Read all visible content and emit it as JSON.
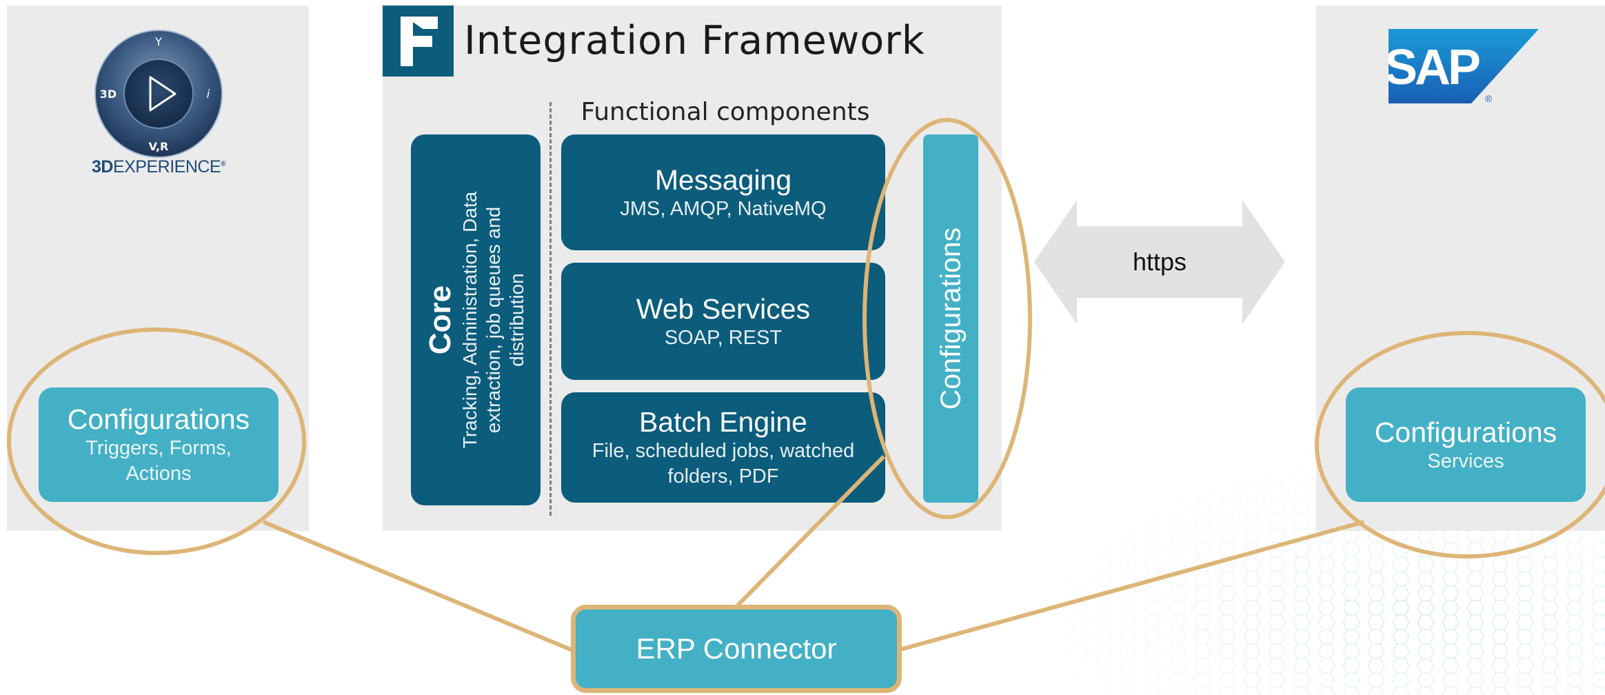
{
  "left_panel": {
    "logo_compass_labels": {
      "top": "Y",
      "left": "3D",
      "right": "i",
      "bottom": "V,R"
    },
    "brand_bold": "3D",
    "brand_light": "EXPERIENCE",
    "brand_mark": "®",
    "configurations": {
      "title": "Configurations",
      "subtitle_line1": "Triggers, Forms,",
      "subtitle_line2": "Actions"
    }
  },
  "center_panel": {
    "title": "Integration Framework",
    "functional_components_label": "Functional components",
    "core": {
      "title": "Core",
      "subtitle_line1": "Tracking, Administration, Data",
      "subtitle_line2": "extraction, job queues and",
      "subtitle_line3": "distribution"
    },
    "messaging": {
      "title": "Messaging",
      "subtitle": "JMS, AMQP, NativeMQ"
    },
    "web_services": {
      "title": "Web Services",
      "subtitle": "SOAP, REST"
    },
    "batch_engine": {
      "title": "Batch Engine",
      "subtitle_line1": "File, scheduled jobs, watched",
      "subtitle_line2": "folders, PDF"
    },
    "configurations_label": "Configurations"
  },
  "arrow_label": "https",
  "right_panel": {
    "logo_text": "SAP",
    "logo_mark": "®",
    "configurations": {
      "title": "Configurations",
      "subtitle": "Services"
    }
  },
  "erp_connector": "ERP Connector",
  "colors": {
    "panel_bg": "#ebebeb",
    "dark_teal": "#0c5c7c",
    "light_teal": "#43b0c6",
    "highlight_gold": "#ddb577",
    "arrow_gray": "#e2e2e2",
    "sap_blue": "#1a73c8"
  },
  "icons": [
    "compass-logo-icon",
    "sap-logo-icon",
    "framework-f-logo-icon",
    "double-arrow-icon"
  ]
}
